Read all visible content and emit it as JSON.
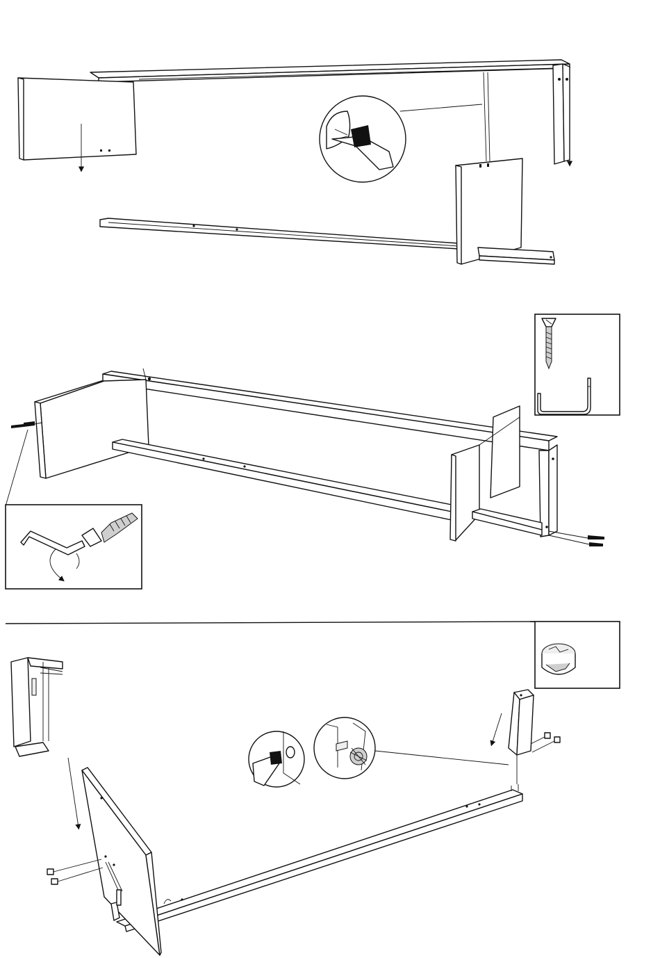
{
  "colors": {
    "line": "#111111",
    "paper": "#ffffff",
    "shade": "#cfcfcf"
  },
  "steps": [
    {
      "name": "step-top-assembly",
      "icons": [
        "screwdriver-icon",
        "cam-lock-detail-icon"
      ]
    },
    {
      "name": "step-frame-screws",
      "icons": [
        "long-screw-icon",
        "allen-key-icon",
        "allen-key-turn-detail-icon"
      ]
    },
    {
      "name": "step-base-cam-locks",
      "icons": [
        "cam-lock-nut-icon",
        "screwdriver-icon",
        "cam-lock-insert-detail-icon",
        "reference-thumbnail-icon"
      ]
    }
  ]
}
